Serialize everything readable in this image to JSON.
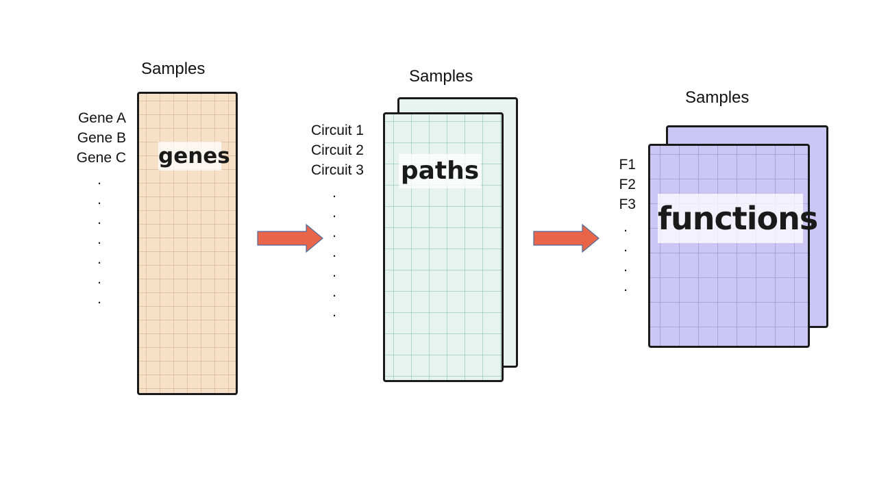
{
  "columns": [
    {
      "samples_label": "Samples",
      "rows": [
        "Gene A",
        "Gene B",
        "Gene C"
      ],
      "dots": [
        ".",
        ".",
        ".",
        ".",
        ".",
        ".",
        "."
      ],
      "matrix_label": "genes"
    },
    {
      "samples_label": "Samples",
      "rows": [
        "Circuit 1",
        "Circuit 2",
        "Circuit 3"
      ],
      "dots": [
        ".",
        ".",
        ".",
        ".",
        ".",
        ".",
        "."
      ],
      "matrix_label": "paths"
    },
    {
      "samples_label": "Samples",
      "rows": [
        "F1",
        "F2",
        "F3"
      ],
      "dots": [
        ".",
        ".",
        ".",
        "."
      ],
      "matrix_label": "functions"
    }
  ],
  "colors": {
    "genes_fill": "#f6e0c7",
    "paths_fill": "#e6f3ef",
    "functions_fill": "#cbc6f4",
    "arrow_fill": "#e8654a",
    "arrow_stroke": "#4a6aa0"
  }
}
